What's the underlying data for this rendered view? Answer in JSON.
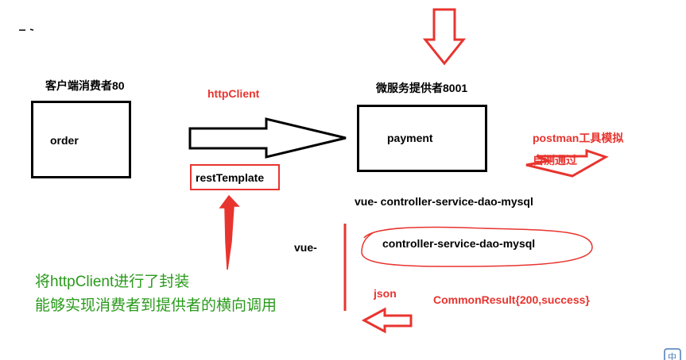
{
  "consumer": {
    "title": "客户端消费者80",
    "box_label": "order"
  },
  "provider": {
    "title": "微服务提供者8001",
    "box_label": "payment"
  },
  "http_client_label": "httpClient",
  "rest_template_label": "restTemplate",
  "postman": {
    "line1": "postman工具模拟",
    "line2": "自测通过"
  },
  "chain_top": "vue- controller-service-dao-mysql",
  "vue_label": "vue-",
  "chain_oval": "controller-service-dao-mysql",
  "json_label": "json",
  "common_result": "CommonResult{200,success}",
  "note": {
    "line1": "将httpClient进行了封装",
    "line2": "能够实现消费者到提供者的横向调用"
  },
  "colors": {
    "red": "#e8342f",
    "green": "#2a9a1c",
    "black": "#000000"
  }
}
